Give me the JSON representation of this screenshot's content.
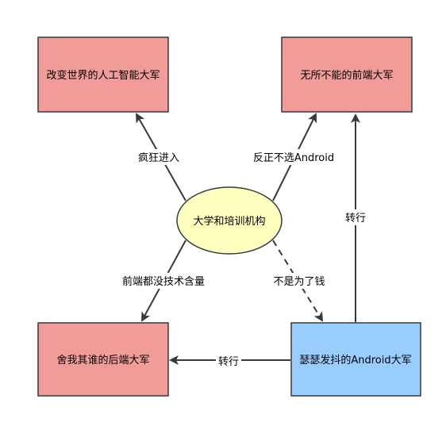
{
  "colors": {
    "red_box_fill": "#f19c99",
    "red_box_stroke": "#36393d",
    "blue_box_fill": "#99ccff",
    "ellipse_fill": "#ffffc0",
    "edge": "#36393d"
  },
  "nodes": {
    "ai_army": "改变世界的人工智能大军",
    "frontend_army": "无所不能的前端大军",
    "university": "大学和培训机构",
    "backend_army": "舍我其谁的后端大军",
    "android_army": "瑟瑟发抖的Android大军"
  },
  "edges": {
    "crazy_enter": "疯狂进入",
    "not_android": "反正不选Android",
    "frontend_no_tech": "前端都没技术含量",
    "not_for_money": "不是为了钱",
    "transfer_right": "转行",
    "transfer_left": "转行"
  }
}
